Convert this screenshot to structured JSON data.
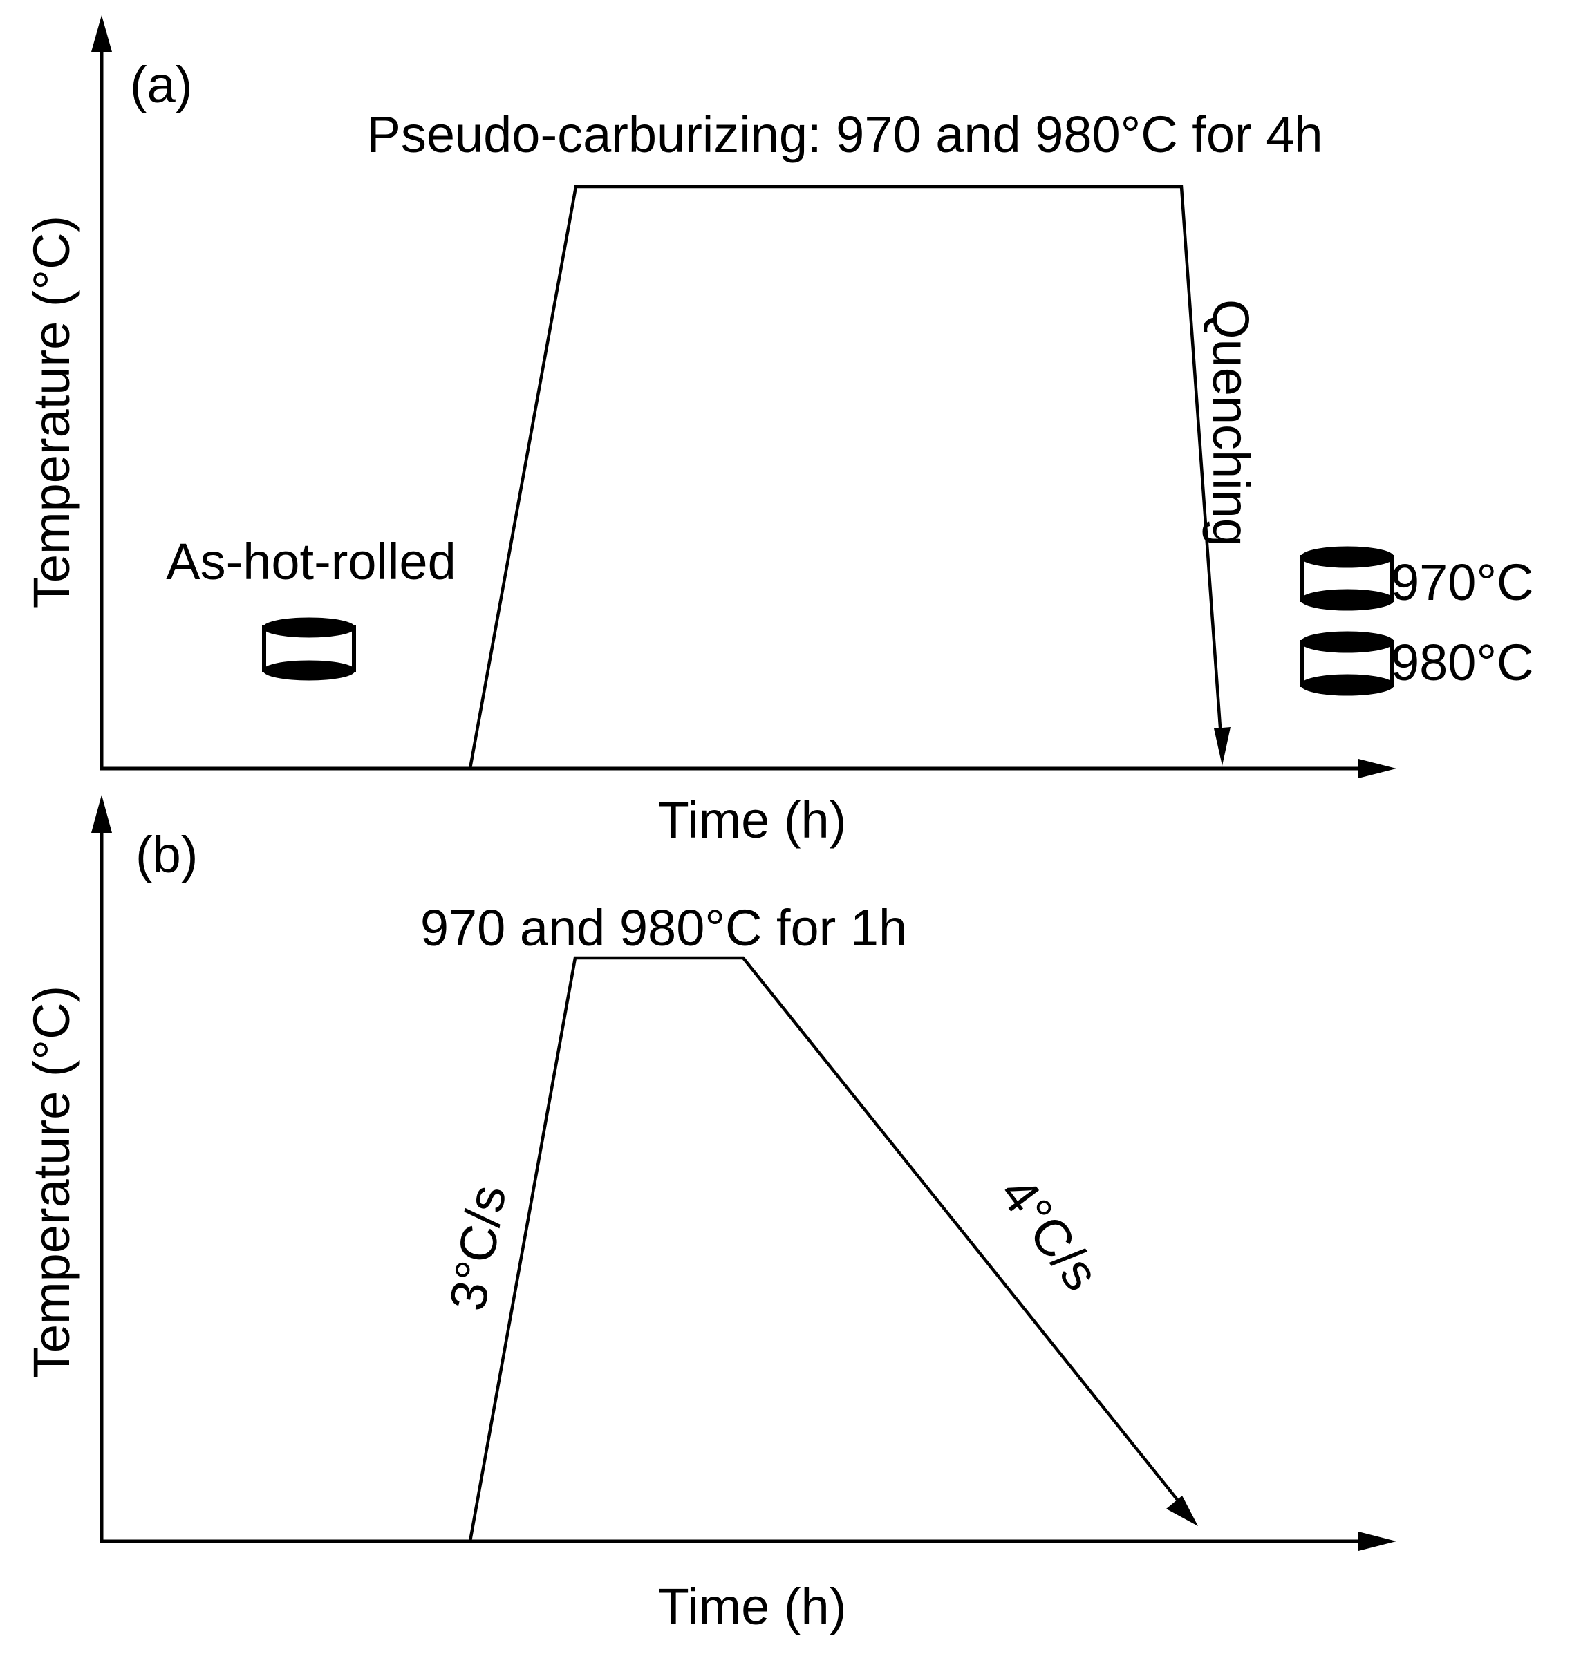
{
  "panel_a": {
    "panel_label": "(a)",
    "title": "Pseudo-carburizing: 970 and 980°C for 4h",
    "y_axis_label": "Temperature (°C)",
    "x_axis_label": "Time (h)",
    "sample_label": "As-hot-rolled",
    "quench_label": "Quenching",
    "specimens": [
      "970°C",
      "980°C"
    ]
  },
  "panel_b": {
    "panel_label": "(b)",
    "title": "970 and 980°C for 1h",
    "y_axis_label": "Temperature (°C)",
    "x_axis_label": "Time (h)",
    "heating_rate": "3°C/s",
    "cooling_rate": "4°C/s"
  }
}
